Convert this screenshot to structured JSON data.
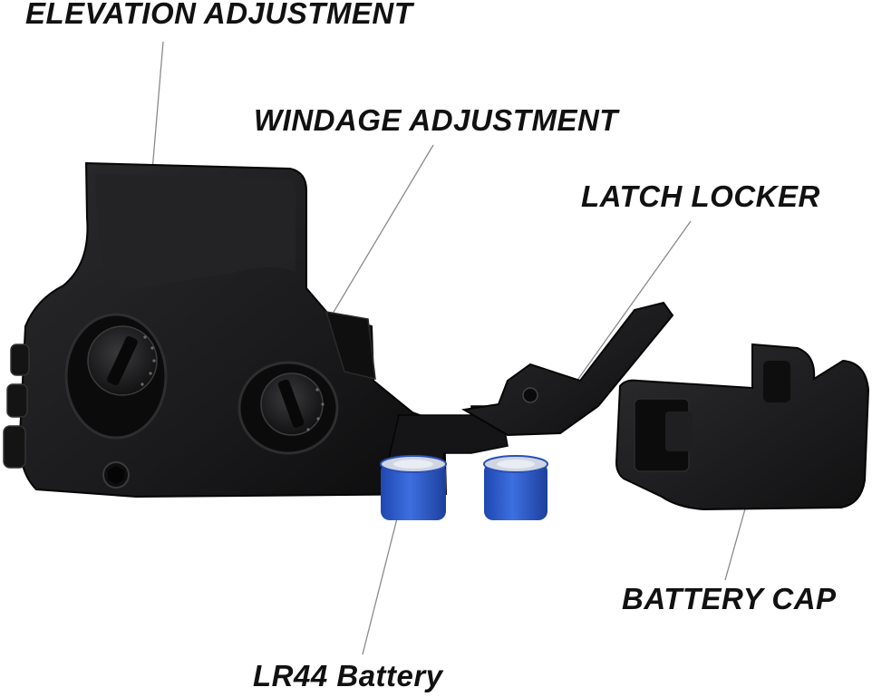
{
  "labels": {
    "elevation": "ELEVATION ADJUSTMENT",
    "windage": "WINDAGE ADJUSTMENT",
    "latch": "LATCH LOCKER",
    "battery_cap": "BATTERY CAP",
    "battery": "LR44 Battery"
  },
  "colors": {
    "body": "#1c1c1e",
    "body_shade": "#0d0d0e",
    "body_highlight": "#3a3a3d",
    "battery_blue": "#2f5fd0",
    "battery_top": "#c8cfdb",
    "leader": "#8a8a8a"
  }
}
